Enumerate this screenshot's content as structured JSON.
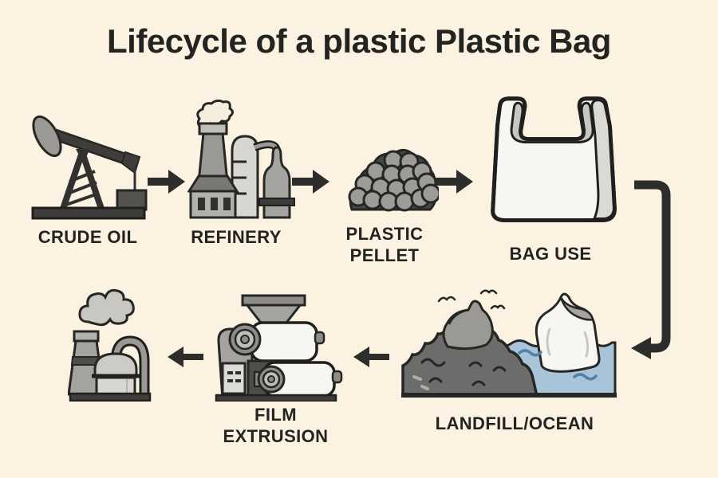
{
  "title": "Lifecycle of a plastic Plastic Bag",
  "colors": {
    "background": "#FBF2E1",
    "ink": "#262624",
    "arrow": "#2D2D2B",
    "icon_gray_dark": "#3F3D3B",
    "icon_gray_mid": "#9B9995",
    "icon_gray_light": "#C9C7C2",
    "bag_white": "#F7F6F2",
    "ocean_blue": "#A9C3D8",
    "wave_blue": "#4F82A8"
  },
  "nodes": [
    {
      "id": "crude-oil",
      "label": "CRUDE OIL",
      "icon": "oil-pump-jack-icon"
    },
    {
      "id": "refinery",
      "label": "REFINERY",
      "icon": "refinery-icon"
    },
    {
      "id": "plastic-pellet",
      "label": "PLASTIC PELLET",
      "icon": "pellet-pile-icon"
    },
    {
      "id": "bag-use",
      "label": "BAG USE",
      "icon": "plastic-bag-icon"
    },
    {
      "id": "landfill-ocean",
      "label": "LANDFILL/OCEAN",
      "icon": "landfill-ocean-icon"
    },
    {
      "id": "film-extrusion",
      "label": "FILM EXTRUSION",
      "icon": "film-extruder-icon"
    },
    {
      "id": "incineration",
      "label": "",
      "icon": "incinerator-icon"
    }
  ],
  "arrows": [
    {
      "from": "crude-oil",
      "to": "refinery",
      "direction": "right"
    },
    {
      "from": "refinery",
      "to": "plastic-pellet",
      "direction": "right"
    },
    {
      "from": "plastic-pellet",
      "to": "bag-use",
      "direction": "right"
    },
    {
      "from": "bag-use",
      "to": "landfill-ocean",
      "direction": "down-left"
    },
    {
      "from": "landfill-ocean",
      "to": "film-extrusion",
      "direction": "left"
    },
    {
      "from": "film-extrusion",
      "to": "incineration",
      "direction": "left"
    }
  ]
}
